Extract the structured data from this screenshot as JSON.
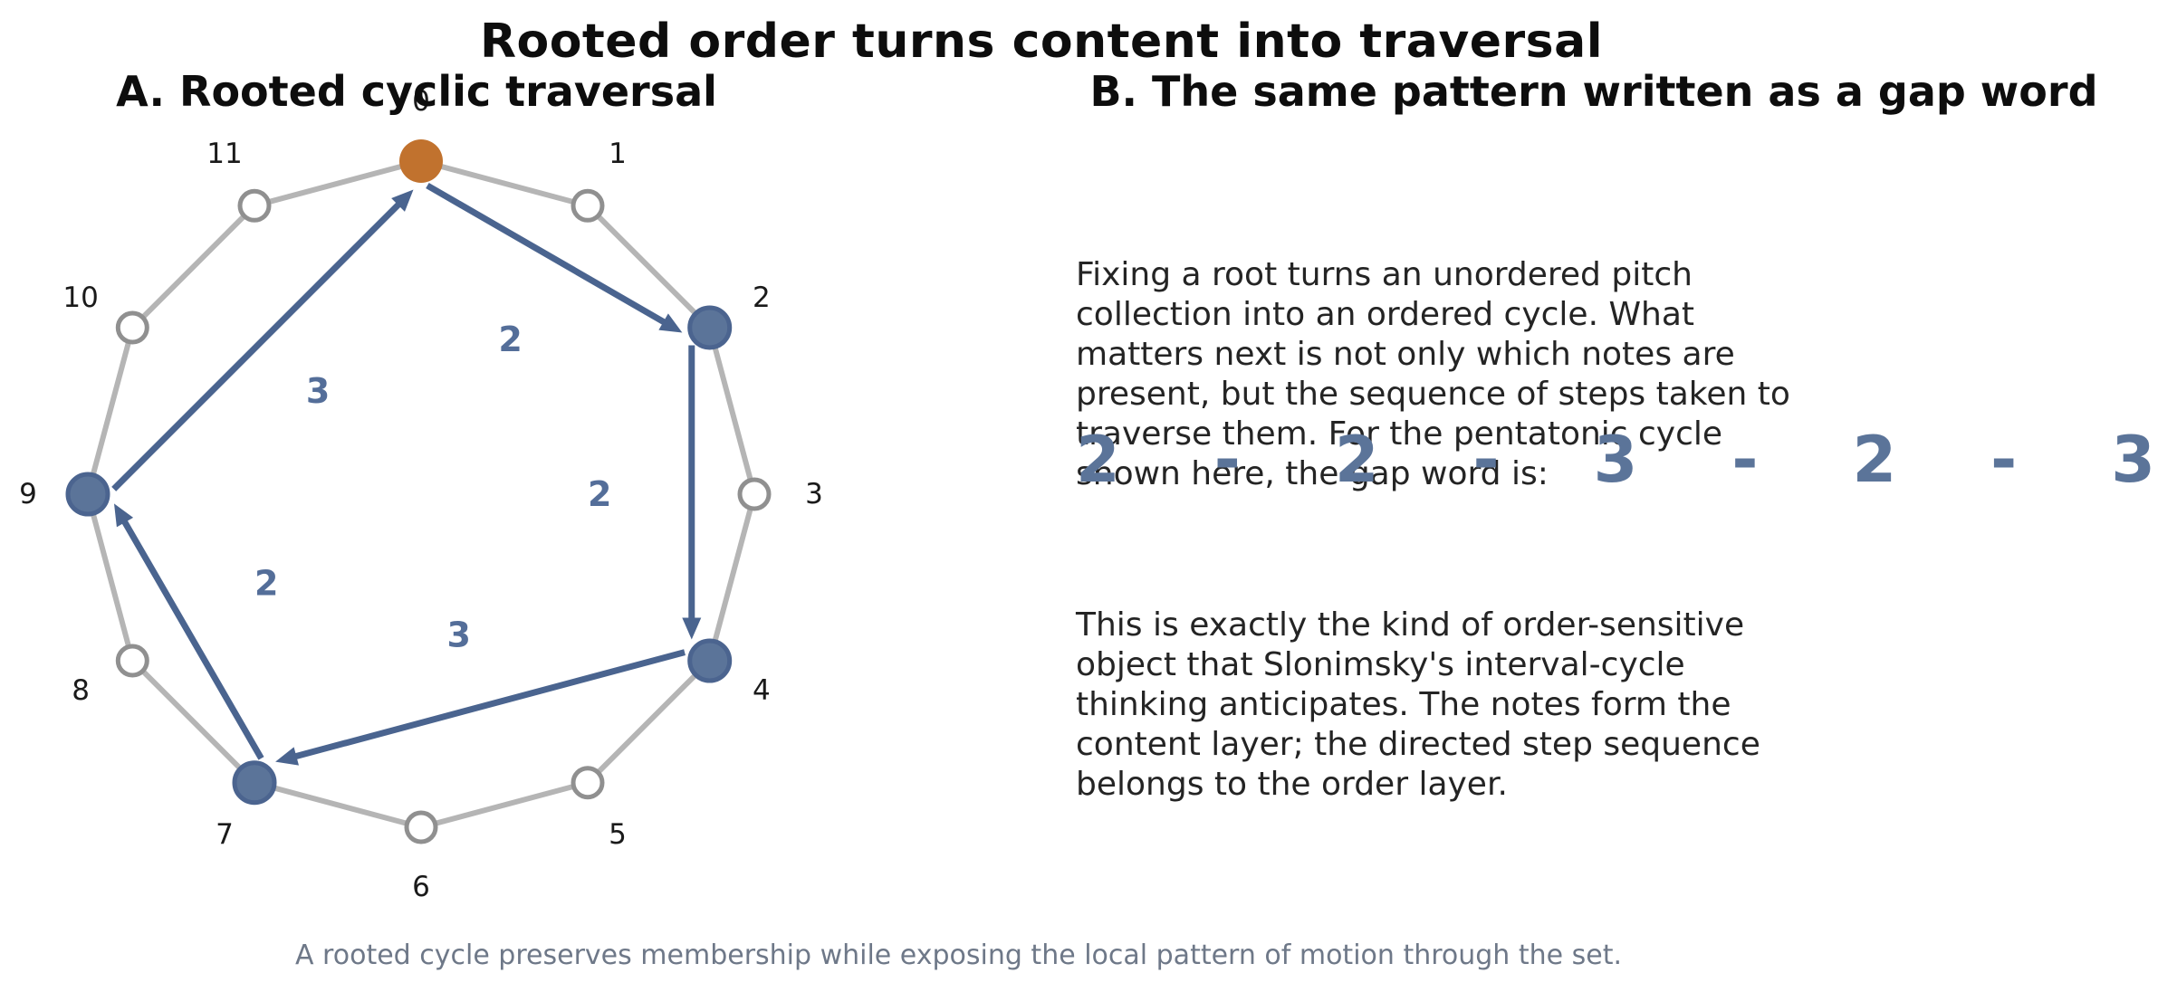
{
  "titles": {
    "main": "Rooted order turns content into traversal",
    "panel_a": "A. Rooted cyclic traversal",
    "panel_b": "B. The same pattern written as a gap word"
  },
  "chart_data": {
    "type": "diagram",
    "subtype": "rooted-cycle-graph",
    "positions": 12,
    "node_labels": [
      "0",
      "1",
      "2",
      "3",
      "4",
      "5",
      "6",
      "7",
      "8",
      "9",
      "10",
      "11"
    ],
    "root_node": 0,
    "member_nodes": [
      0,
      2,
      4,
      7,
      9
    ],
    "hollow_nodes": [
      1,
      3,
      5,
      6,
      8,
      10,
      11
    ],
    "traversal_arrows": [
      {
        "from": 0,
        "to": 2,
        "gap": "2"
      },
      {
        "from": 2,
        "to": 4,
        "gap": "2"
      },
      {
        "from": 4,
        "to": 7,
        "gap": "3"
      },
      {
        "from": 7,
        "to": 9,
        "gap": "2"
      },
      {
        "from": 9,
        "to": 0,
        "gap": "3"
      }
    ],
    "gap_word": "2-2-3-2-3",
    "colors": {
      "root_fill": "#c1722e",
      "member_fill": "#5b7499",
      "member_edge": "#4b648f",
      "hollow_fill": "#ffffff",
      "hollow_edge": "#909090",
      "ring_edge": "#b5b5b5",
      "arrow": "#4a648f",
      "gap_label": "#546e99",
      "node_label": "#1a1a1a"
    }
  },
  "right": {
    "intro_lines": [
      "Fixing a root turns an unordered pitch",
      "collection into an ordered cycle. What",
      "matters next is not only which notes are",
      "present, but the sequence of steps taken to",
      "traverse them. For the pentatonic cycle",
      "shown here, the gap word is:"
    ],
    "gap_word": {
      "tokens": [
        "2",
        "-",
        "2",
        "-",
        "3",
        "-",
        "2",
        "-",
        "3"
      ]
    },
    "outro_lines": [
      "This is exactly the kind of order-sensitive",
      "object that Slonimsky's interval-cycle",
      "thinking anticipates. The notes form the",
      "content layer; the directed step sequence",
      "belongs to the order layer."
    ]
  },
  "caption": "A rooted cycle preserves membership while exposing the local pattern of motion through the set."
}
